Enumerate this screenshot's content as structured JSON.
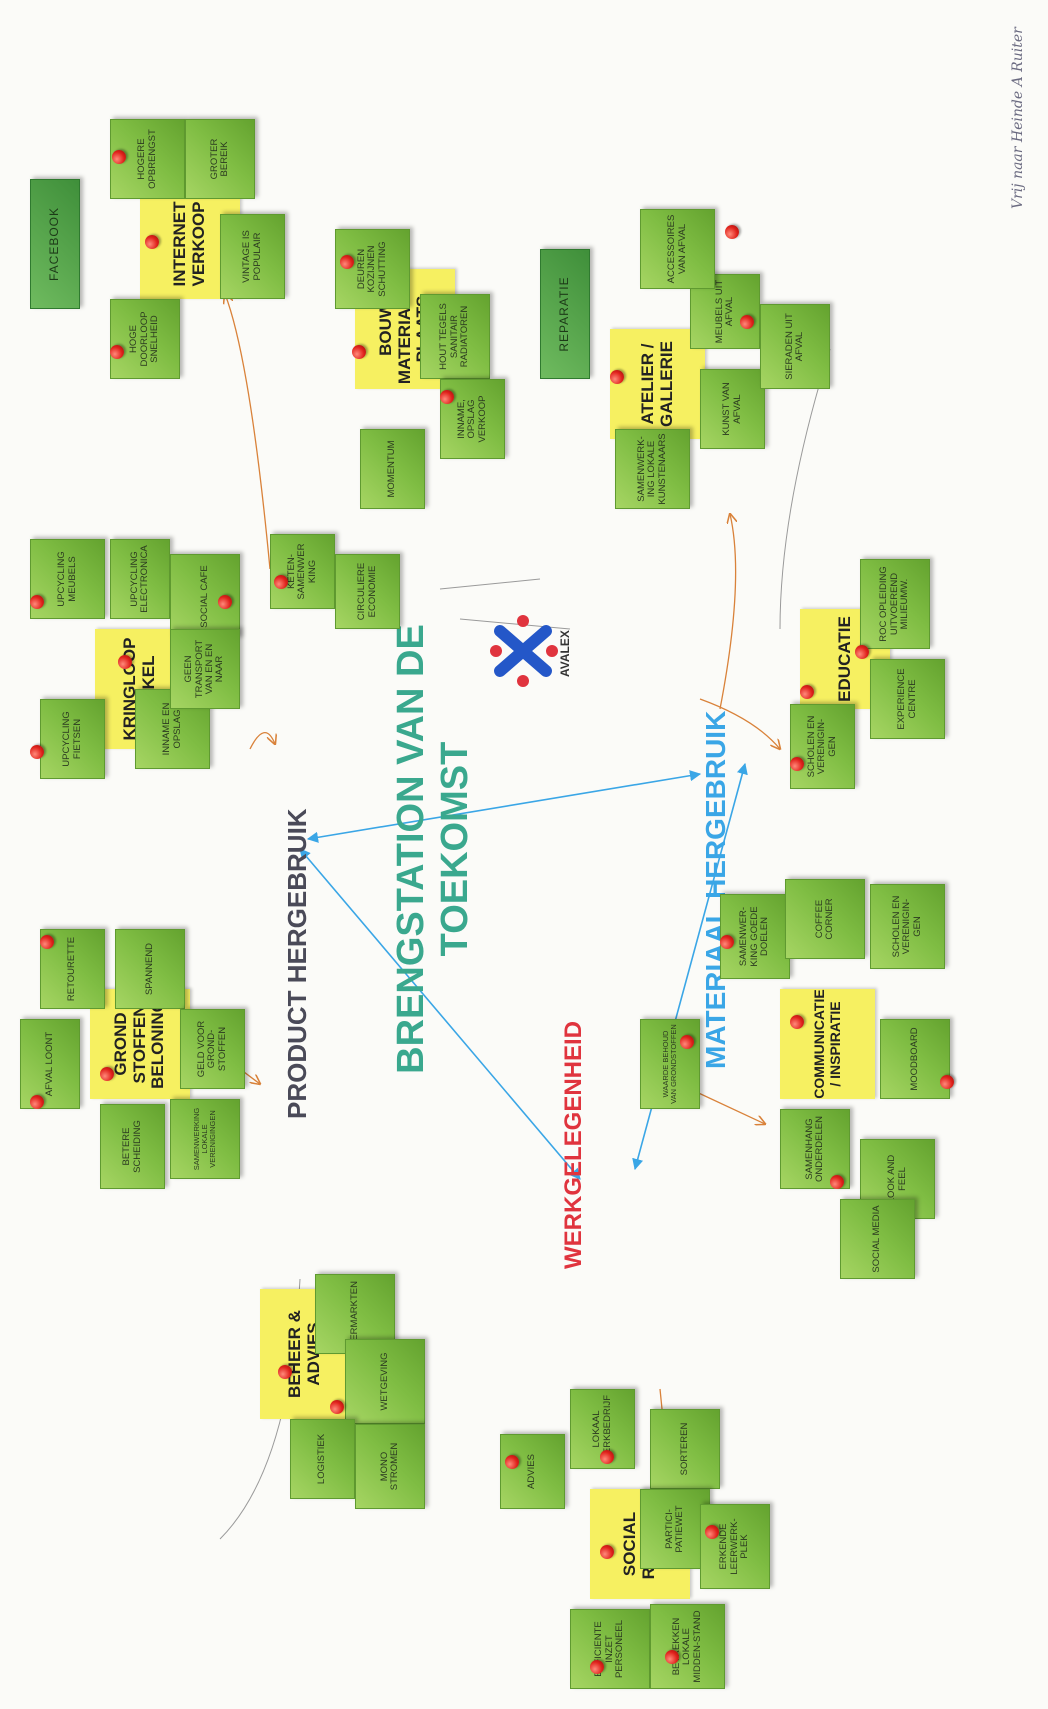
{
  "title_line1": "BRENGSTATION VAN DE",
  "title_line2": "TOEKOMST",
  "logo_text": "AVALEX",
  "signature": "Vrij naar Heinde A Ruiter",
  "colors": {
    "green_note": "#7fbd43",
    "yellow_note": "#f6f061",
    "pin": "#e0211b",
    "title": "#3aa88e",
    "product": "#4a4a58",
    "materiaal": "#3aa6e6",
    "werk": "#e0343e",
    "logo_blue": "#2457c8"
  },
  "hubs": {
    "product": "PRODUCT HERGEBRUIK",
    "materiaal": "MATERIAAL HERGEBRUIK",
    "werk": "WERKGELEGENHEID"
  },
  "clusters": {
    "beheer": {
      "title": "BEHEER & ADVIES",
      "notes": [
        "VERMARKTEN",
        "WETGEVING",
        "LOGISTIEK",
        "MONO STROMEN"
      ]
    },
    "grondstoffen": {
      "title": "GROND STOFFEN BELONING",
      "notes": [
        "AFVAL LOONT",
        "RETOURETTE",
        "SPANNEND",
        "BETERE SCHEIDING",
        "SAMENWERKING LOKALE VERENIGINGEN",
        "GELD VOOR GROND-STOFFEN"
      ]
    },
    "kringloop": {
      "title": "KRINGLOOP WINKEL",
      "notes": [
        "UPCYCLING FIETSEN",
        "UPCYCLING MEUBELS",
        "UPCYCLING ELECTRONICA",
        "SOCIAL CAFE",
        "INNAME EN OPSLAG",
        "GEEN TRANSPORT VAN EN EN NAAR"
      ]
    },
    "keten": {
      "notes": [
        "KETEN-SAMENWER KING",
        "CIRCULIERE ECONOMIE"
      ]
    },
    "internet": {
      "title": "INTERNET VERKOOP",
      "notes": [
        "HOGE DOORLOOP SNELHEID",
        "HOGERE OPBRENGST",
        "GROTER BEREIK",
        "VINTAGE IS POPULAIR"
      ],
      "tag": "FACEBOOK"
    },
    "bouw": {
      "title": "BOUW MATERIALEN PLAATS",
      "notes": [
        "MOMENTUM",
        "DEUREN KOZIJNEN SCHUTTING",
        "HOUT TEGELS SANITAIR RADIATOREN",
        "INNAME, OPSLAG VERKOOP"
      ]
    },
    "atelier": {
      "title": "ATELIER / GALLERIE",
      "notes": [
        "SAMENWERK-ING LOKALE KUNSTENAARS",
        "KUNST VAN AFVAL",
        "MEUBELS UIT AFVAL",
        "ACCESSOIRES VAN AFVAL",
        "SIERADEN UIT AFVAL"
      ],
      "tag": "REPARATIE"
    },
    "educatie": {
      "title": "EDUCATIE",
      "notes": [
        "SCHOLEN EN VERENIGIN-GEN",
        "EXPERIENCE CENTRE",
        "ROC OPLEIDING UITVOEREND MILIEUMW."
      ]
    },
    "communicatie": {
      "title": "COMMUNICATIE / INSPIRATIE",
      "notes": [
        "WAARDE BEHOUD VAN GRONDSTOFFEN",
        "SAMENWER-KING GOEDE DOELEN",
        "COFFEE CORNER",
        "SCHOLEN EN VERENIGIN-GEN",
        "MOODBOARD",
        "SAMENHANG ONDERDELEN",
        "LOOK AND FEEL",
        "SOCIAL MEDIA"
      ]
    },
    "social": {
      "title": "SOCIAL RETURN",
      "notes": [
        "ADVIES",
        "LOKAAL WERKBEDRIJF",
        "SORTEREN",
        "PARTICI-PATIEWET",
        "ERKENDE LEERWERK-PLEK",
        "EFFICIENTE INZET PERSONEEL",
        "BETREKKEN LOKALE MIDDEN-STAND"
      ]
    }
  }
}
